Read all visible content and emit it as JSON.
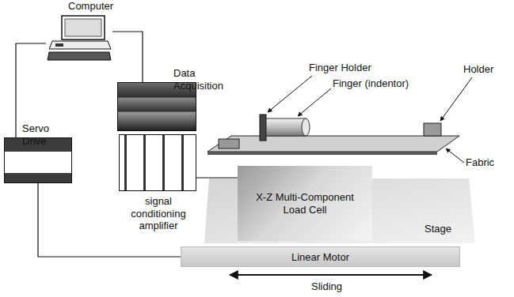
{
  "diagram": {
    "nodes": [
      {
        "text": [
          "Computer"
        ]
      },
      {
        "text": [
          "Data Acquisition"
        ]
      },
      {
        "text": [
          "Servo Drive"
        ]
      },
      {
        "text": [
          "signal conditioning amplifier"
        ]
      },
      {
        "text": [
          "Stage"
        ]
      },
      {
        "text": [
          "X-Z Multi-Component Load Cell"
        ],
        "in": 4
      },
      {
        "text": [
          "Linear Motor"
        ]
      }
    ],
    "edges": [
      {
        "from": 0,
        "to": 2,
        "arrow": "none"
      },
      {
        "from": 0,
        "to": 1,
        "arrow": "none"
      },
      {
        "from": 3,
        "to": 5,
        "arrow": "none"
      },
      {
        "from": 2,
        "to": 6,
        "arrow": "none"
      }
    ],
    "labels": [
      "Finger Holder",
      "Finger (indentor)",
      "Holder",
      "Fabric",
      "Sliding"
    ]
  }
}
